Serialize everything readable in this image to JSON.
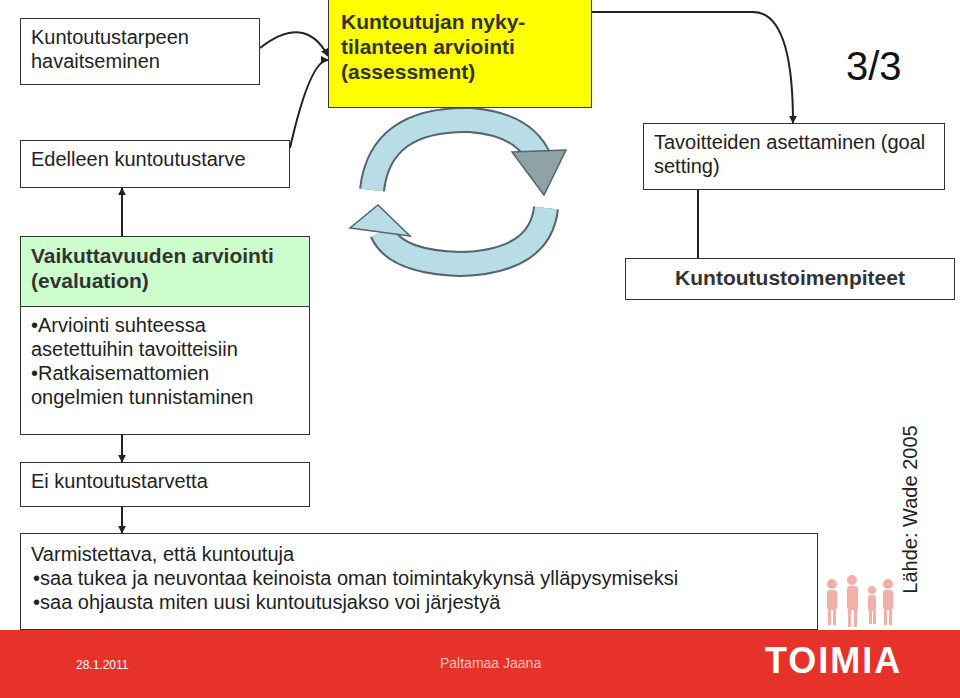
{
  "diagram": {
    "nodes": [
      {
        "text": [
          "Kuntoutustarpeen havaitseminen"
        ]
      },
      {
        "text": [
          "Kuntoutujan nyky- tilanteen arviointi (assessment)"
        ]
      },
      {
        "text": [
          "Tavoitteiden asettaminen (goal setting)"
        ]
      },
      {
        "text": [
          "Edelleen kuntoutustarve"
        ]
      },
      {
        "text": [
          "Vaikuttavuuden arviointi (evaluation)"
        ]
      },
      {
        "text": [
          "•Arviointi suhteessa asetettuihin tavoitteisiin",
          "•Ratkaisemattomien ongelmien tunnistaminen"
        ]
      },
      {
        "text": [
          "Kuntoutustoimenpiteet"
        ]
      },
      {
        "text": [
          "Ei kuntoutustarvetta"
        ]
      },
      {
        "text": [
          "Varmistettava, että kuntoutuja",
          "•saa tukea ja neuvontaa keinoista oman toimintakykynsä ylläpysymiseksi",
          "•saa ohjausta miten uusi kuntoutusjakso voi järjestyä"
        ]
      }
    ],
    "edges": [
      {
        "from": 0,
        "to": 1,
        "arrow": "to"
      },
      {
        "from": 3,
        "to": 1,
        "arrow": "to"
      },
      {
        "from": 1,
        "to": 2,
        "arrow": "to"
      },
      {
        "from": 2,
        "to": 6,
        "arrow": "none"
      },
      {
        "from": 4,
        "to": 3,
        "arrow": "to"
      },
      {
        "from": 5,
        "to": 7,
        "arrow": "to"
      },
      {
        "from": 7,
        "to": 8,
        "arrow": "to"
      }
    ],
    "labels": [
      "3/3",
      "Lähde: Wade 2005",
      "28.1.2011",
      "Paltamaa Jaana",
      "TOIMIA"
    ]
  }
}
